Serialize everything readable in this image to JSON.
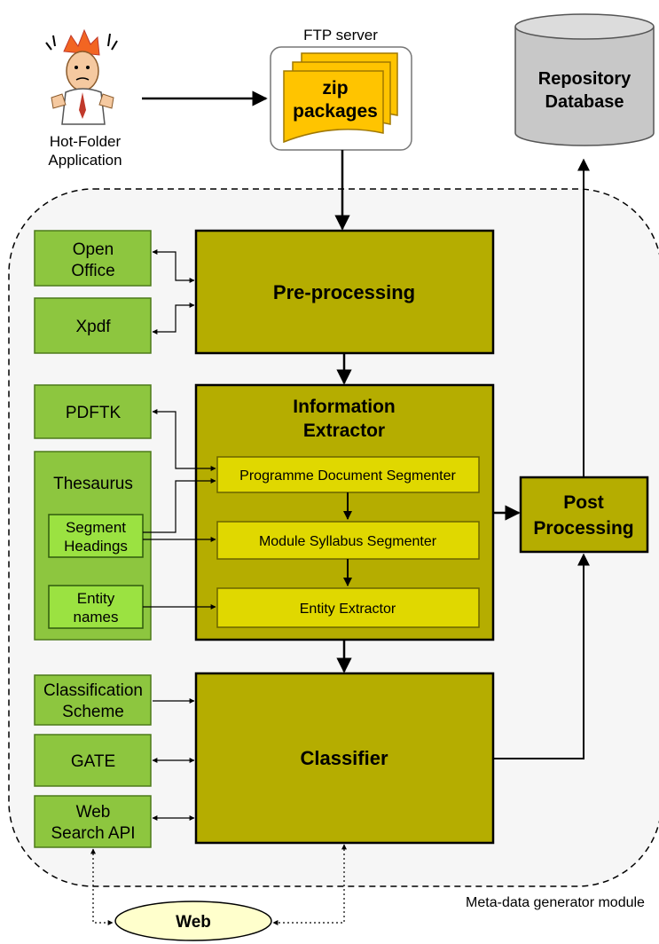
{
  "hot_folder": {
    "line1": "Hot-Folder",
    "line2": "Application"
  },
  "ftp": {
    "label": "FTP server",
    "package_line1": "zip",
    "package_line2": "packages"
  },
  "repository": {
    "line1": "Repository",
    "line2": "Database"
  },
  "module_label": "Meta-data generator module",
  "tools": {
    "open_office": {
      "line1": "Open",
      "line2": "Office"
    },
    "xpdf": "Xpdf",
    "pdftk": "PDFTK",
    "thesaurus": "Thesaurus",
    "segment_headings": {
      "line1": "Segment",
      "line2": "Headings"
    },
    "entity_names": {
      "line1": "Entity",
      "line2": "names"
    },
    "classification_scheme": {
      "line1": "Classification",
      "line2": "Scheme"
    },
    "gate": "GATE",
    "web_search_api": {
      "line1": "Web",
      "line2": "Search API"
    }
  },
  "stages": {
    "preprocessing": "Pre-processing",
    "information_extractor": {
      "line1": "Information",
      "line2": "Extractor"
    },
    "programme_segmenter": "Programme Document Segmenter",
    "module_segmenter": "Module Syllabus Segmenter",
    "entity_extractor": "Entity Extractor",
    "classifier": "Classifier",
    "post_processing": {
      "line1": "Post",
      "line2": "Processing"
    }
  },
  "web": "Web",
  "colors": {
    "tool_green": "#8dc63f",
    "stage_olive": "#b5ad00",
    "sub_yellow": "#e0d800",
    "package_yellow": "#ffc400",
    "database_gray": "#c8c8c8",
    "web_cream": "#ffffcc",
    "module_bg": "#f6f6f6"
  }
}
